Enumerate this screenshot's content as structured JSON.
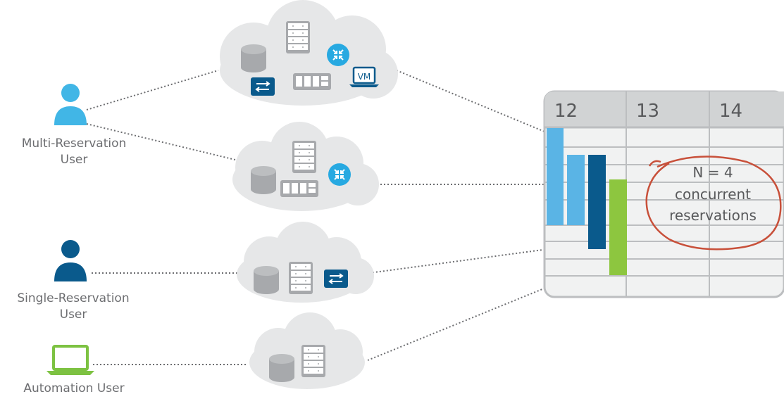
{
  "users": [
    {
      "label_line1": "Multi-Reservation",
      "label_line2": "User",
      "icon": "person-icon",
      "color": "#41b6e6"
    },
    {
      "label_line1": "Single-Reservation",
      "label_line2": "User",
      "icon": "person-icon",
      "color": "#0a5a8c"
    },
    {
      "label_line1": "Automation User",
      "label_line2": "",
      "icon": "laptop-icon",
      "color": "#7dc242"
    }
  ],
  "clouds": [
    {
      "resources": [
        "storage-icon",
        "server-rack-icon",
        "router-icon",
        "switch-icon",
        "power-strip-icon",
        "vm-laptop-icon"
      ]
    },
    {
      "resources": [
        "storage-icon",
        "server-rack-icon",
        "router-icon",
        "power-strip-icon"
      ]
    },
    {
      "resources": [
        "storage-icon",
        "server-rack-icon",
        "switch-icon"
      ]
    },
    {
      "resources": [
        "storage-icon",
        "server-rack-icon"
      ]
    }
  ],
  "vm_label": "VM",
  "calendar": {
    "days": [
      "12",
      "13",
      "14"
    ],
    "bar_colors": [
      "#5ab4e5",
      "#5ab4e5",
      "#0a5a8c",
      "#8dc63f"
    ]
  },
  "annotation": {
    "line1": "N = 4",
    "line2": "concurrent",
    "line3": "reservations",
    "color": "#c8503a"
  },
  "colors": {
    "cloud": "#e6e7e8",
    "icon_gray": "#a7a9ac",
    "connector": "#6d6e71",
    "switch_blue": "#0a5a8c",
    "router_blue": "#27a9e1"
  }
}
